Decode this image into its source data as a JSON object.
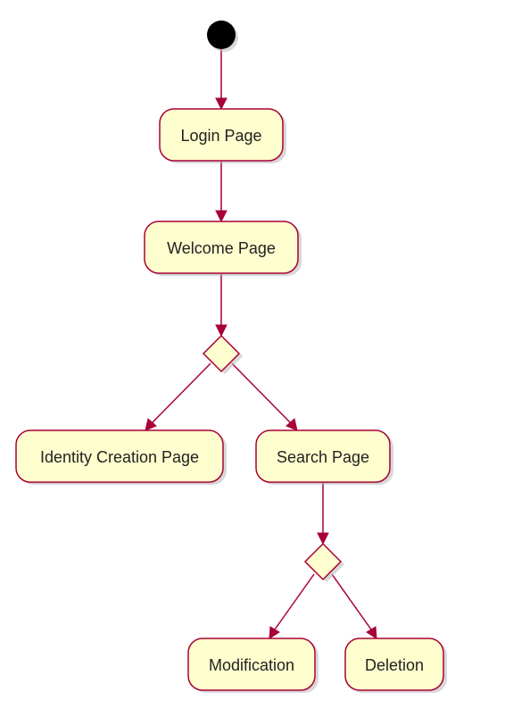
{
  "diagram": {
    "type": "activity",
    "colors": {
      "node_fill": "#FEFECE",
      "node_border": "#A80036",
      "edge": "#A80036",
      "start": "#000000",
      "text": "#222222"
    },
    "nodes": {
      "login": "Login Page",
      "welcome": "Welcome Page",
      "identity": "Identity Creation Page",
      "search": "Search Page",
      "modification": "Modification",
      "deletion": "Deletion"
    },
    "edges": [
      [
        "start",
        "login"
      ],
      [
        "login",
        "welcome"
      ],
      [
        "welcome",
        "decision-1"
      ],
      [
        "decision-1",
        "identity"
      ],
      [
        "decision-1",
        "search"
      ],
      [
        "search",
        "decision-2"
      ],
      [
        "decision-2",
        "modification"
      ],
      [
        "decision-2",
        "deletion"
      ]
    ]
  }
}
